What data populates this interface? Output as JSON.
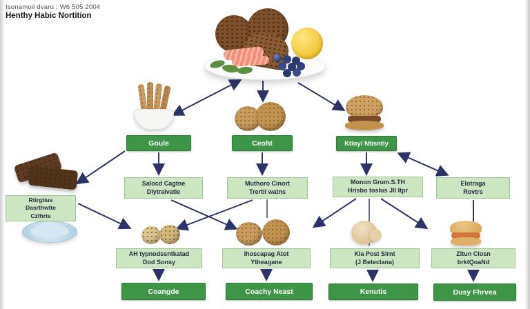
{
  "header": {
    "line1": "Isonamoil dvaru : W6 505 2004",
    "line2": "Henthy Habic Nortition"
  },
  "colors": {
    "dark_green": "#3e9447",
    "light_green": "#cde6c2",
    "arrow": "#2c3368"
  },
  "nodes": {
    "goule": {
      "label": "Goule"
    },
    "ceoht": {
      "label": "Ceoht"
    },
    "ktloy": {
      "label": "Ktloy/ Ntisntly"
    },
    "salocd": {
      "line1": "Salocd Cagtne",
      "line2": "Dlytralvatie"
    },
    "muthoro": {
      "line1": "Muthoro Cinort",
      "line2": "Trertil watns"
    },
    "monon": {
      "line1": "Monon Grum.S.TH",
      "line2": "Hrisbo toslus JII Itpr"
    },
    "elotraga": {
      "line1": "Elotraga",
      "line2": "Rovtrs"
    },
    "rtirgtius": {
      "line1": "Rtirgtius",
      "line2": "Dasrthwtte",
      "line3": "Czfhrts"
    },
    "ah_typnod": {
      "line1": "AH typnodssntkatad",
      "line2": "Dod Sonsy"
    },
    "ihoscapag": {
      "line1": "Ihoscapag Atot",
      "line2": "Ytheagane"
    },
    "kla_post": {
      "line1": "Kla Post Slrnt",
      "line2": "(J Beteclana)"
    },
    "zltun": {
      "line1": "Zltun Closn",
      "line2": "brktQoaNd"
    },
    "coangde": {
      "label": "Coangde"
    },
    "coachy": {
      "label": "Coachy Neast"
    },
    "kenutis": {
      "label": "Kenutis"
    },
    "dusy": {
      "label": "Dusy Fhrvea"
    }
  },
  "images": {
    "plate_main": "plate-with-wholegrain-cookies-bread-salmon-greens-blueberries-lemon",
    "breadsticks": "breadsticks-in-white-bowl",
    "cookie_pair": "two-wholegrain-cookies",
    "sandwich_cookie": "sandwich-cookie-with-filling",
    "choc_bars": "two-chocolate-granola-bars",
    "blue_plate": "light-blue-plate",
    "crackers": "two-round-crackers",
    "cookie_pair2": "two-tan-cookies",
    "dumpling": "small-pastry-dumpling",
    "burger": "small-bun-sandwich"
  }
}
